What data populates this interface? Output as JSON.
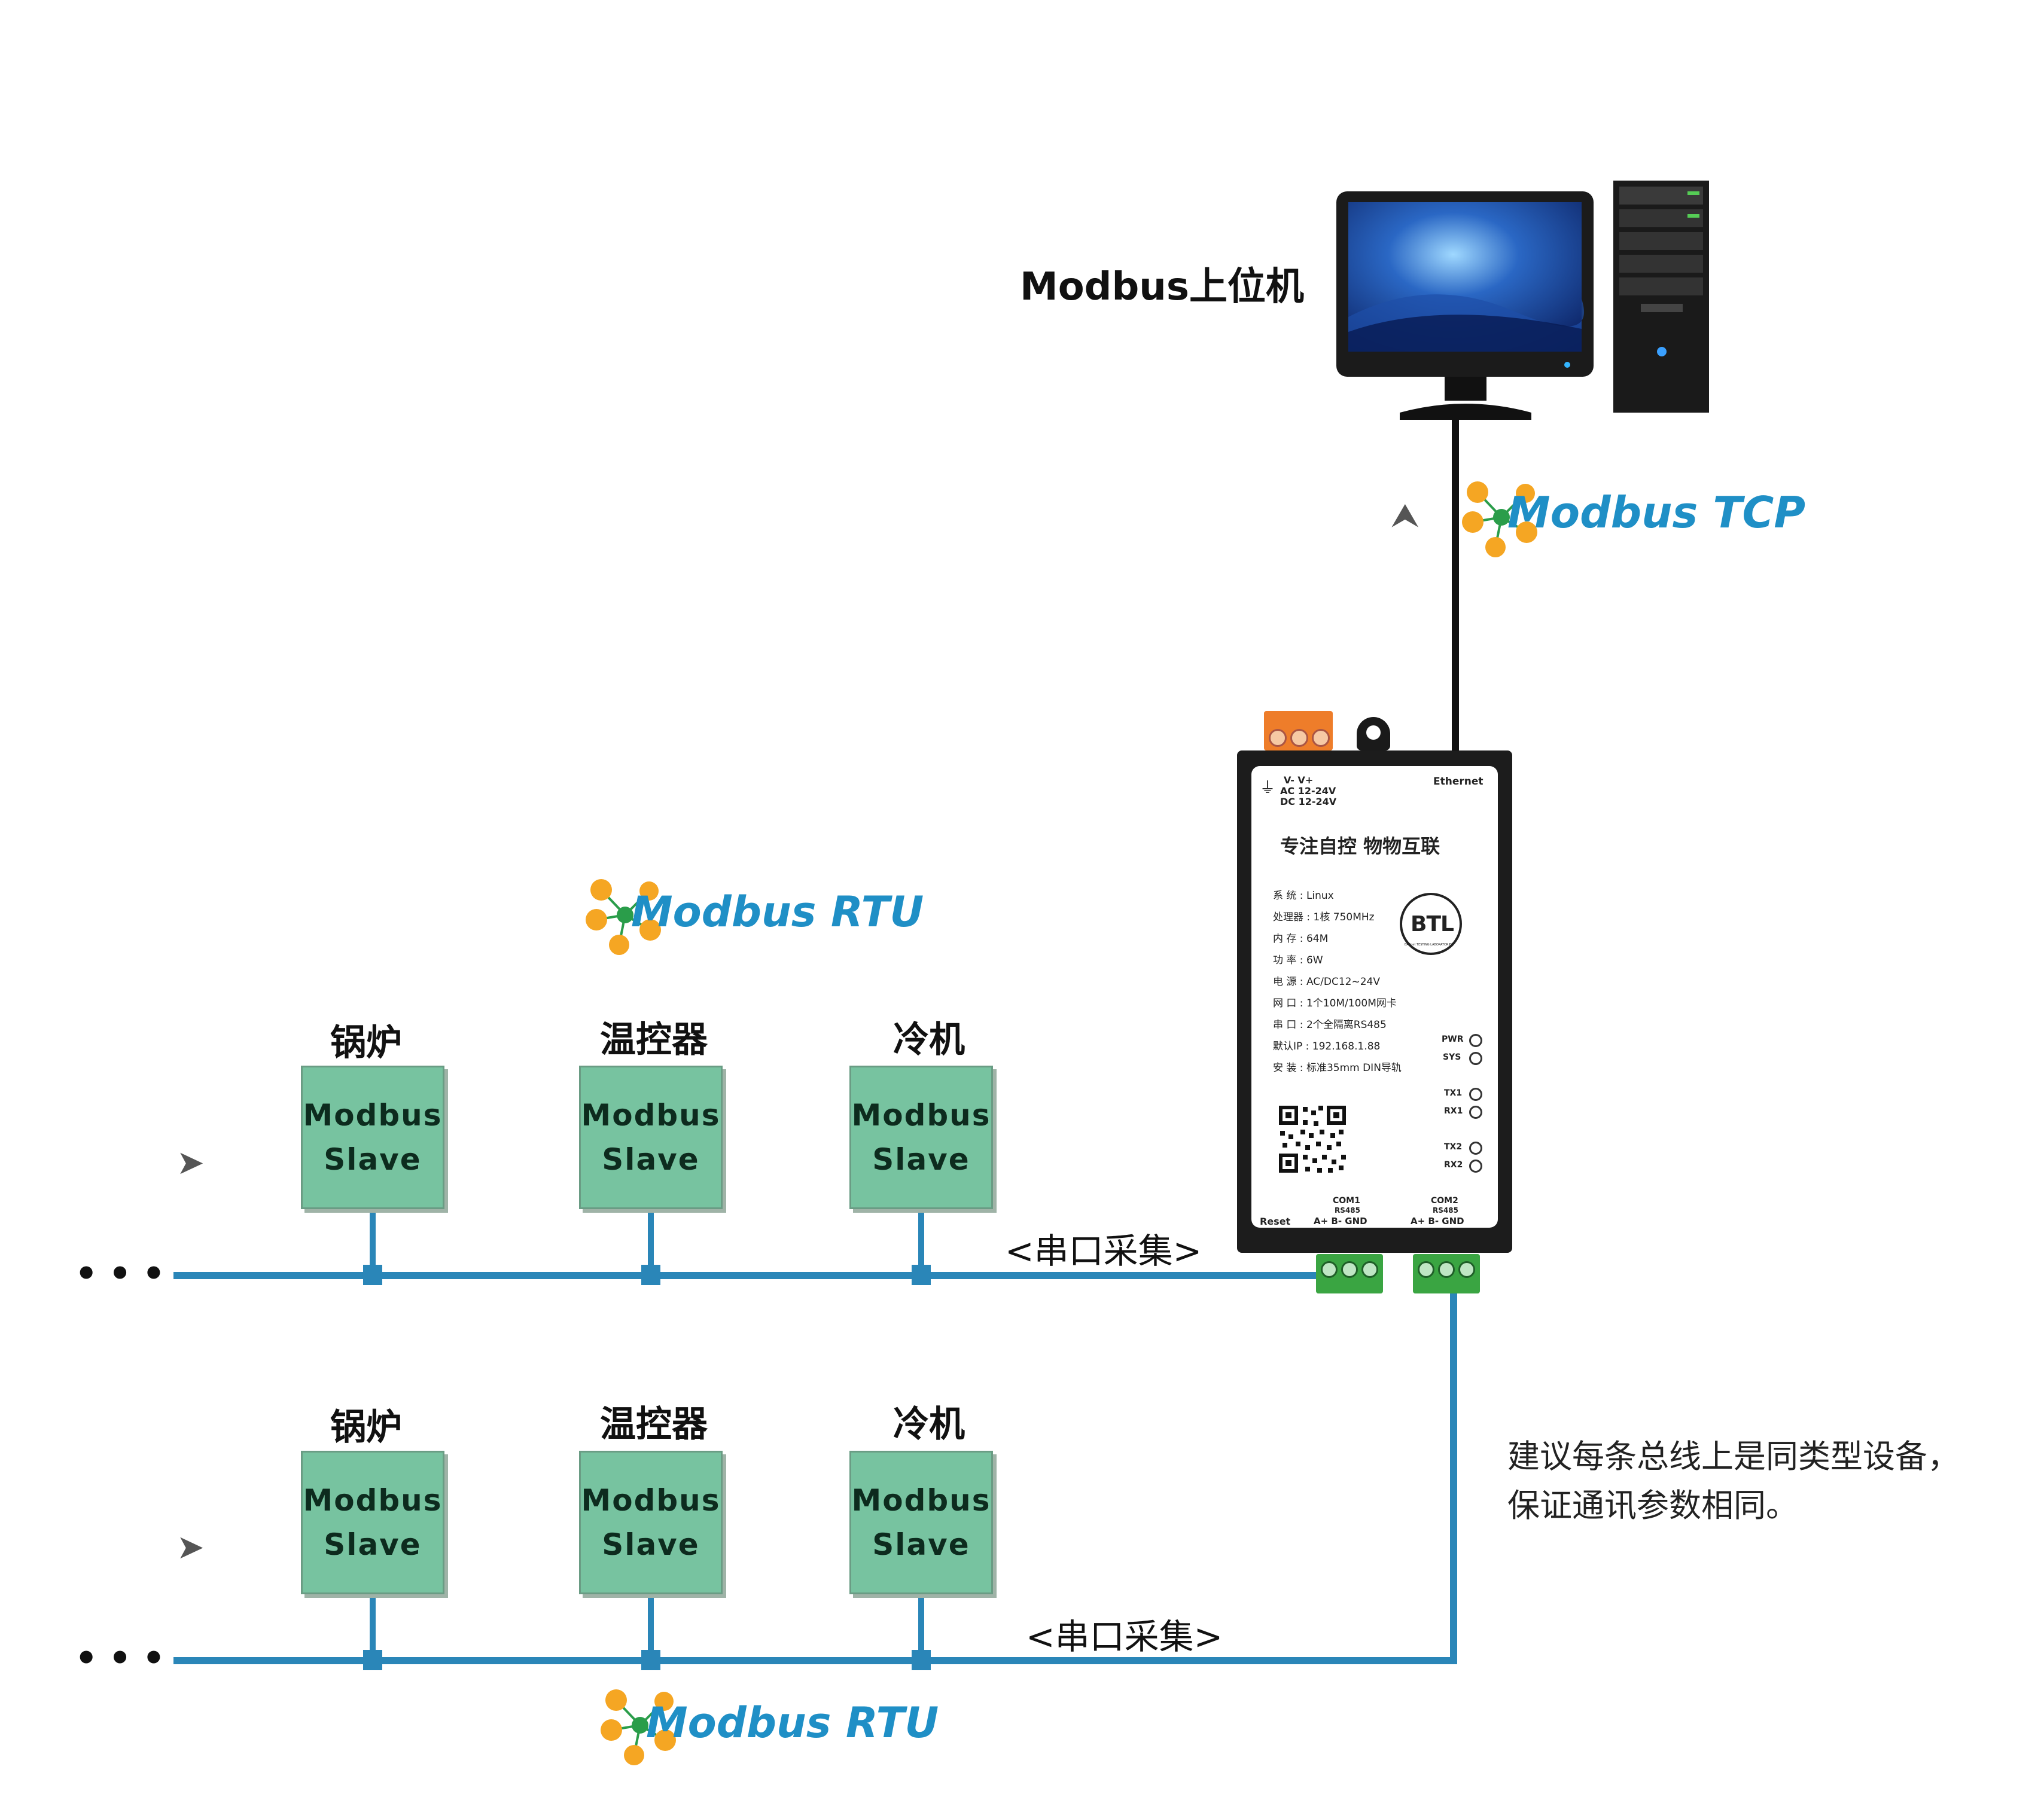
{
  "host": {
    "label": "Modbus上位机"
  },
  "tcp_logo": {
    "text": "Modbus TCP"
  },
  "rtu_logo_top": {
    "text": "Modbus RTU"
  },
  "rtu_logo_bottom": {
    "text": "Modbus RTU"
  },
  "bus1": {
    "label": "<串口采集>",
    "devices": [
      {
        "title": "锅炉",
        "line1": "Modbus",
        "line2": "Slave"
      },
      {
        "title": "温控器",
        "line1": "Modbus",
        "line2": "Slave"
      },
      {
        "title": "冷机",
        "line1": "Modbus",
        "line2": "Slave"
      }
    ],
    "more": "•••"
  },
  "bus2": {
    "label": "<串口采集>",
    "devices": [
      {
        "title": "锅炉",
        "line1": "Modbus",
        "line2": "Slave"
      },
      {
        "title": "温控器",
        "line1": "Modbus",
        "line2": "Slave"
      },
      {
        "title": "冷机",
        "line1": "Modbus",
        "line2": "Slave"
      }
    ],
    "more": "•••"
  },
  "gateway": {
    "power_label_1": "V-   V+",
    "power_label_2": "AC 12-24V",
    "power_label_3": "DC 12-24V",
    "ethernet": "Ethernet",
    "slogan": "专注自控  物物互联",
    "specs": [
      "系    统 : Linux",
      "处理器 : 1核 750MHz",
      "内    存 : 64M",
      "功    率 : 6W",
      "电    源 : AC/DC12~24V",
      "网    口 : 1个10M/100M网卡",
      "串    口 : 2个全隔离RS485",
      "默认IP : 192.168.1.88",
      "安    装 : 标准35mm DIN导轨"
    ],
    "btl": "BTL",
    "btl_ring": "BACnet TESTING LABORATORIES",
    "leds": [
      "PWR",
      "SYS",
      "TX1",
      "RX1",
      "TX2",
      "RX2"
    ],
    "reset": "Reset",
    "com1": "COM1",
    "com2": "COM2",
    "rs485": "RS485",
    "pins": "A+   B-   GND"
  },
  "note": {
    "line1": "建议每条总线上是同类型设备，",
    "line2": "保证通讯参数相同。"
  },
  "colors": {
    "bus": "#2a86b8",
    "slave_fill": "#77c3a0",
    "logo_blue": "#1f8fc6",
    "logo_orange": "#f5a623",
    "terminal_green": "#3aa542",
    "terminal_orange": "#ee7d2a"
  }
}
